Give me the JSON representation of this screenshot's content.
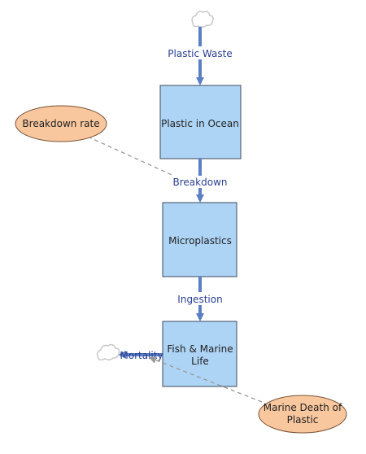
{
  "diagram": {
    "stocks": [
      {
        "id": "plastic-in-ocean",
        "label_lines": [
          "Plastic in Ocean"
        ]
      },
      {
        "id": "microplastics",
        "label_lines": [
          "Microplastics"
        ]
      },
      {
        "id": "fish-marine-life",
        "label_lines": [
          "Fish & Marine",
          "Life"
        ]
      }
    ],
    "flows": [
      {
        "id": "plastic-waste",
        "label": "Plastic Waste"
      },
      {
        "id": "breakdown",
        "label": "Breakdown"
      },
      {
        "id": "ingestion",
        "label": "Ingestion"
      },
      {
        "id": "mortality",
        "label": "Mortality"
      }
    ],
    "auxiliaries": [
      {
        "id": "breakdown-rate",
        "label_lines": [
          "Breakdown rate"
        ]
      },
      {
        "id": "marine-death",
        "label_lines": [
          "Marine Death of",
          "Plastic"
        ]
      }
    ],
    "colors": {
      "stock_fill": "#aed4f5",
      "stock_stroke": "#3b4a5e",
      "flow": "#5b7fc4",
      "flow_text": "#2a3f8f",
      "aux_fill": "#f8c79e",
      "aux_stroke": "#7a5236",
      "link": "#999999",
      "cloud": "#c8c8c8"
    }
  }
}
